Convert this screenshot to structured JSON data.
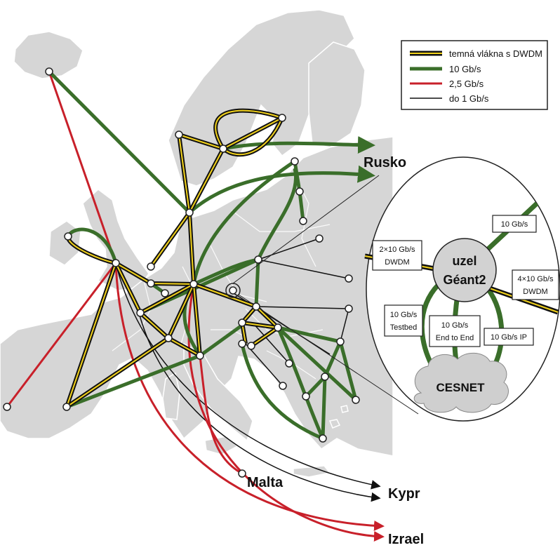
{
  "colors": {
    "land": "#d6d6d6",
    "border": "#ffffff",
    "dark_fiber_core": "#f2d21b",
    "dark_fiber_casing": "#111111",
    "link_10g": "#3a6e2a",
    "link_2_5g": "#c8202a",
    "link_1g": "#111111",
    "node_fill": "#ffffff",
    "inset_bg": "#ffffff",
    "hub_fill": "#d2d2d2",
    "cloud_fill": "#cfcfcf"
  },
  "legend": {
    "items": [
      {
        "label": "temná vlákna s DWDM",
        "style": "dark_fiber"
      },
      {
        "label": "10  Gb/s",
        "style": "link_10g"
      },
      {
        "label": "2,5 Gb/s",
        "style": "link_2_5g"
      },
      {
        "label": "do 1 Gb/s",
        "style": "link_1g"
      }
    ]
  },
  "destinations": {
    "rusko": "Rusko",
    "malta": "Malta",
    "kypr": "Kypr",
    "izrael": "Izrael"
  },
  "inset": {
    "hub_line1": "uzel",
    "hub_line2": "Géant2",
    "cloud": "CESNET",
    "box_10gbs": "10 Gb/s",
    "box_2x10_l1": "2×10 Gb/s",
    "box_2x10_l2": "DWDM",
    "box_4x10_l1": "4×10 Gb/s",
    "box_4x10_l2": "DWDM",
    "box_testbed_l1": "10 Gb/s",
    "box_testbed_l2": "Testbed",
    "box_e2e_l1": "10 Gb/s",
    "box_e2e_l2": "End to End",
    "box_ip": "10 Gb/s  IP"
  }
}
